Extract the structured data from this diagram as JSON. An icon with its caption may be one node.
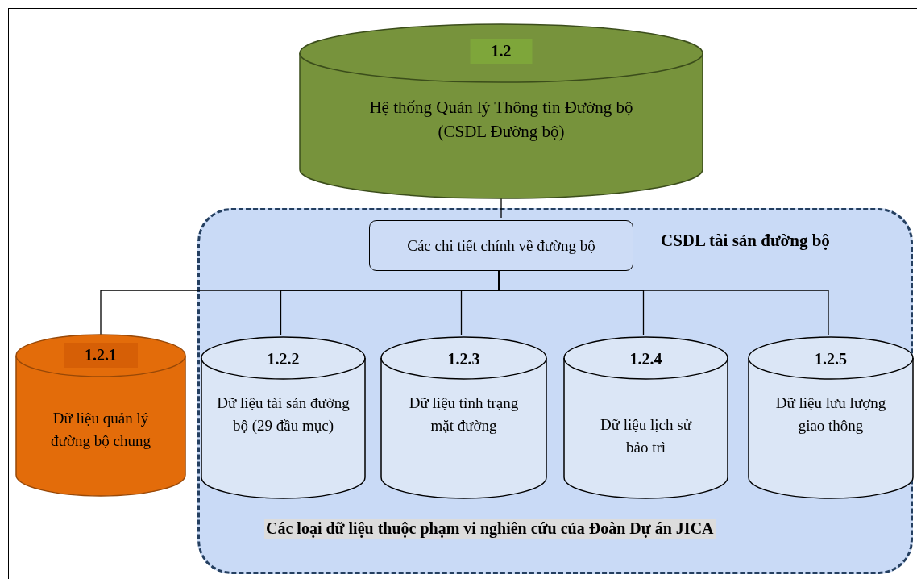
{
  "diagram": {
    "nodes": [
      {
        "text": [
          "1.2",
          "Hệ thống Quản lý Thông tin Đường bộ (CSDL Đường bộ)"
        ]
      },
      {
        "text": [
          "CSDL tài sản đường bộ",
          "Các loại dữ liệu thuộc phạm vi nghiên cứu của Đoàn Dự án JICA"
        ]
      },
      {
        "text": [
          "Các chi tiết chính về đường bộ"
        ],
        "in": 1
      },
      {
        "text": [
          "1.2.1",
          "Dữ liệu quản lý đường bộ chung"
        ]
      },
      {
        "text": [
          "1.2.2",
          "Dữ liệu tài sản đường bộ (29 đầu mục)"
        ],
        "in": 1
      },
      {
        "text": [
          "1.2.3",
          "Dữ liệu tình trạng mặt đường"
        ],
        "in": 1
      },
      {
        "text": [
          "1.2.4",
          "Dữ liệu lịch sử bảo trì"
        ],
        "in": 1
      },
      {
        "text": [
          "1.2.5",
          "Dữ liệu lưu lượng giao thông"
        ],
        "in": 1
      }
    ],
    "edges": [
      {
        "from": 0,
        "to": 2,
        "arrow": "none"
      },
      {
        "from": 2,
        "to": 3,
        "arrow": "none"
      },
      {
        "from": 2,
        "to": 4,
        "arrow": "none"
      },
      {
        "from": 2,
        "to": 5,
        "arrow": "none"
      },
      {
        "from": 2,
        "to": 6,
        "arrow": "none"
      },
      {
        "from": 2,
        "to": 7,
        "arrow": "none"
      }
    ]
  }
}
